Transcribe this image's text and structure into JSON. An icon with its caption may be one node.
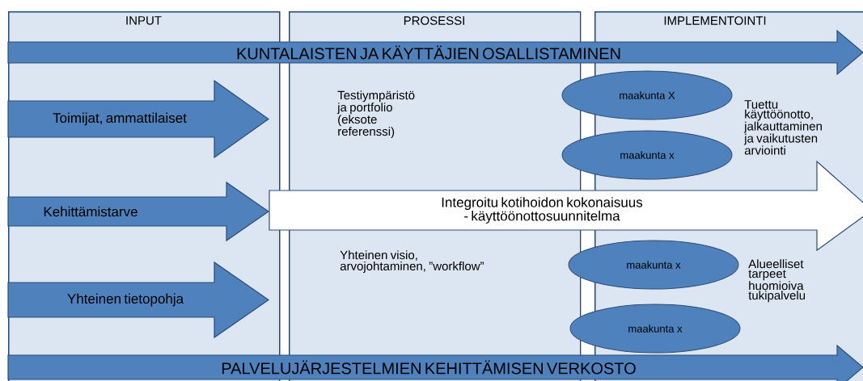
{
  "diagram": {
    "nodes": [
      {
        "text": [
          "INPUT"
        ]
      },
      {
        "text": [
          "PROSESSI"
        ]
      },
      {
        "text": [
          "IMPLEMENTOINTI"
        ]
      },
      {
        "text": [
          "KUNTALAISTEN JA KÄYTTÄJIEN OSALLISTAMINEN"
        ]
      },
      {
        "text": [
          "Toimijat, ammattilaiset"
        ],
        "in": 0
      },
      {
        "text": [
          "Kehittämistarve"
        ],
        "in": 0
      },
      {
        "text": [
          "Integroitu kotihoidon kokonaisuus - käyttöönottosuunnitelma"
        ]
      },
      {
        "text": [
          "maakunta X"
        ]
      },
      {
        "text": [
          "maakunta x"
        ]
      },
      {
        "text": [
          "Yhteinen tietopohja"
        ],
        "in": 0
      },
      {
        "text": [
          "maakunta x"
        ]
      },
      {
        "text": [
          "maakunta x"
        ]
      },
      {
        "text": [
          "PALVELUJÄRJESTELMIEN KEHITTÄMISEN VERKOSTO"
        ]
      }
    ],
    "labels": [
      "Testiympäristö ja portfolio (eksote referenssi)",
      "Tuettu käyttöönotto, jalkauttaminen ja vaikutusten arviointi",
      "Yhteinen visio, arvojohtaminen, ”workflow”",
      "Alueelliset tarpeet huomioiva tukipalvelu"
    ]
  }
}
